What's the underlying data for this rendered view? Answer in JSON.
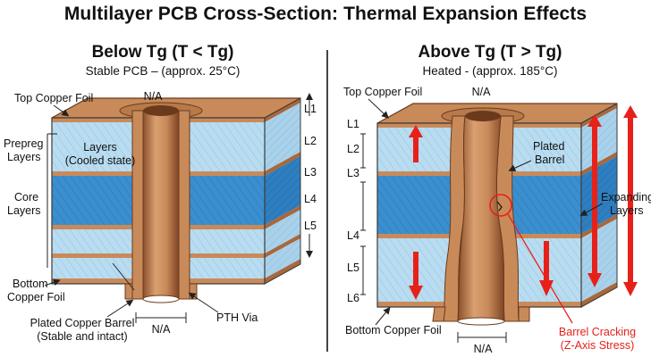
{
  "title": "Multilayer PCB Cross-Section: Thermal Expansion Effects",
  "left": {
    "heading": "Below Tg (T < Tg)",
    "subheading": "Stable PCB – (approx. 25°C)",
    "top_dim": "N/A",
    "bottom_dim": "N/A",
    "labels": {
      "top_copper": "Top Copper Foil",
      "prepreg_1": "Prepreg",
      "prepreg_2": "Layers",
      "core_1": "Core",
      "core_2": "Layers",
      "bottom_copper_1": "Bottom",
      "bottom_copper_2": "Copper Foil",
      "barrel_1": "Plated Copper Barrel",
      "barrel_2": "(Stable and intact)",
      "via": "PTH Via",
      "layers_1": "Layers",
      "layers_2": "(Cooled state)"
    },
    "layer_names": [
      "L1",
      "L2",
      "L3",
      "L4",
      "L5"
    ]
  },
  "right": {
    "heading": "Above Tg (T > Tg)",
    "subheading": "Heated - (approx. 185°C)",
    "top_dim": "N/A",
    "bottom_dim": "N/A",
    "labels": {
      "top_copper": "Top Copper Foil",
      "bottom_copper": "Bottom Copper Foil",
      "plated_1": "Plated",
      "plated_2": "Barrel",
      "expanding_1": "Expanding",
      "expanding_2": "Layers",
      "crack_1": "Barrel Cracking",
      "crack_2": "(Z-Axis Stress)"
    },
    "layer_names": [
      "L1",
      "L2",
      "L3",
      "L4",
      "L5",
      "L6"
    ]
  },
  "colors": {
    "copper": "#c98a5a",
    "copper_dark": "#8a4f2a",
    "prepreg": "#b9dcf0",
    "core": "#3b8fce",
    "arrow_red": "#e8201a"
  }
}
